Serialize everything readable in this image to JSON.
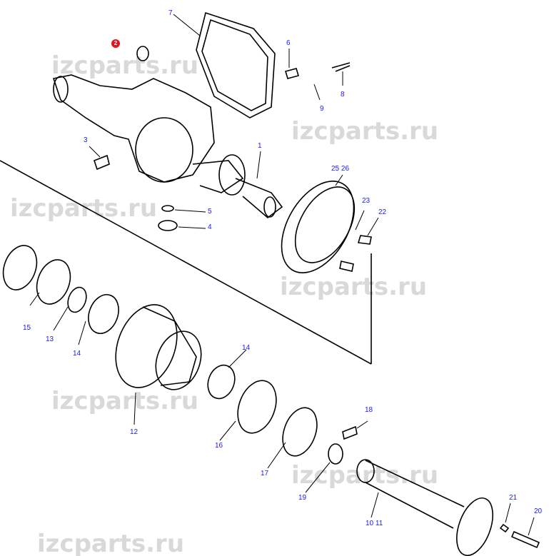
{
  "watermark": "izcparts.ru",
  "highlight_color": "#e4141b",
  "label_color": "#1a1aff",
  "labels": {
    "p1": "1",
    "p2": "2",
    "p3": "3",
    "p4": "4",
    "p5": "5",
    "p6": "6",
    "p7": "7",
    "p8": "8",
    "p9": "9",
    "p10_11": "10 11",
    "p12": "12",
    "p13": "13",
    "p14a": "14",
    "p14b": "14",
    "p15": "15",
    "p16": "16",
    "p17": "17",
    "p18": "18",
    "p19": "19",
    "p20": "20",
    "p21": "21",
    "p22": "22",
    "p23": "23",
    "p25_26": "25 26"
  }
}
